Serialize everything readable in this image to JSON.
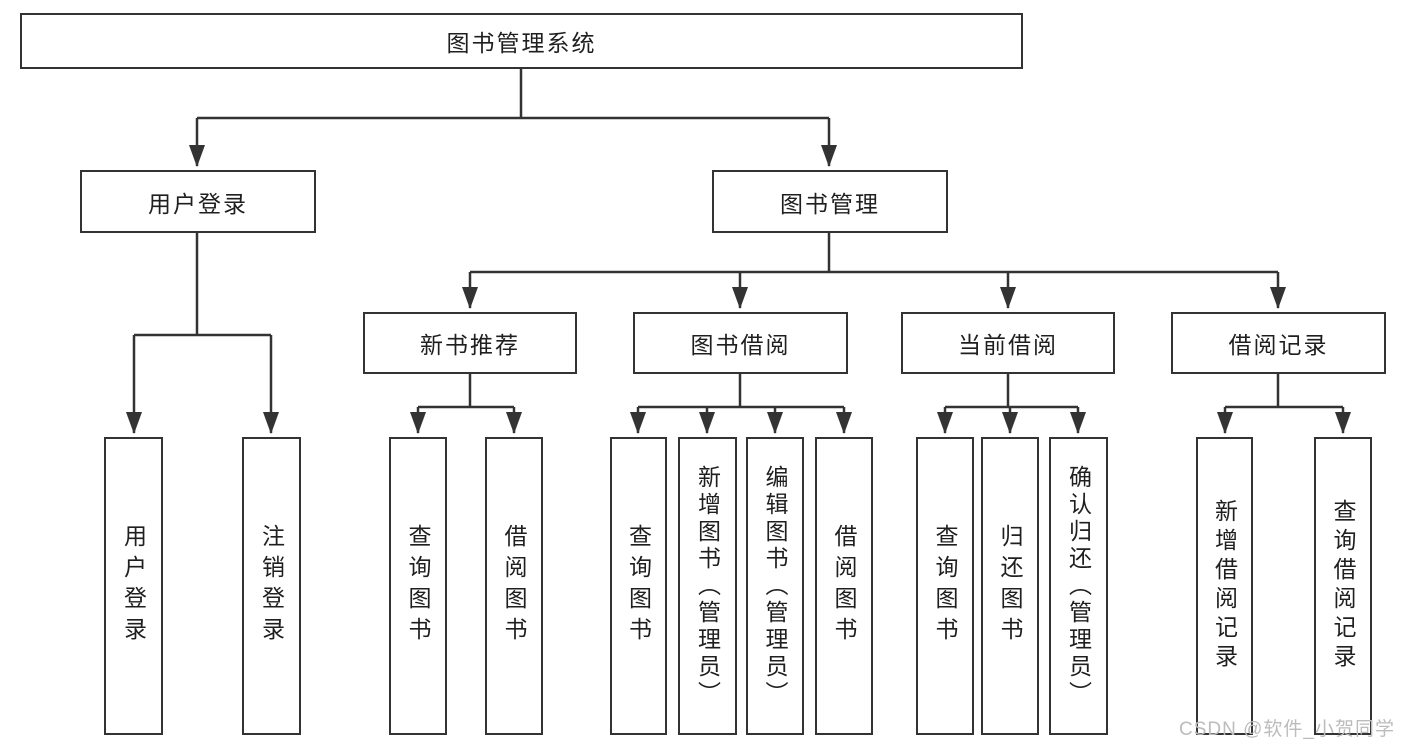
{
  "diagram": {
    "type": "tree",
    "root": {
      "label": "图书管理系统",
      "children": [
        {
          "label": "用户登录",
          "children": [
            {
              "label": "用户登录"
            },
            {
              "label": "注销登录"
            }
          ]
        },
        {
          "label": "图书管理",
          "children": [
            {
              "label": "新书推荐",
              "children": [
                {
                  "label": "查询图书"
                },
                {
                  "label": "借阅图书"
                }
              ]
            },
            {
              "label": "图书借阅",
              "children": [
                {
                  "label": "查询图书"
                },
                {
                  "label": "新增图书（管理员）"
                },
                {
                  "label": "编辑图书（管理员）"
                },
                {
                  "label": "借阅图书"
                }
              ]
            },
            {
              "label": "当前借阅",
              "children": [
                {
                  "label": "查询图书"
                },
                {
                  "label": "归还图书"
                },
                {
                  "label": "确认归还（管理员）"
                }
              ]
            },
            {
              "label": "借阅记录",
              "children": [
                {
                  "label": "新增借阅记录"
                },
                {
                  "label": "查询借阅记录"
                }
              ]
            }
          ]
        }
      ]
    }
  },
  "watermark": {
    "text": "CSDN @软件_小贺同学"
  },
  "colors": {
    "line": "#333333",
    "text": "#1f1f1f",
    "background": "#ffffff",
    "watermark": "#bcbcbc"
  }
}
